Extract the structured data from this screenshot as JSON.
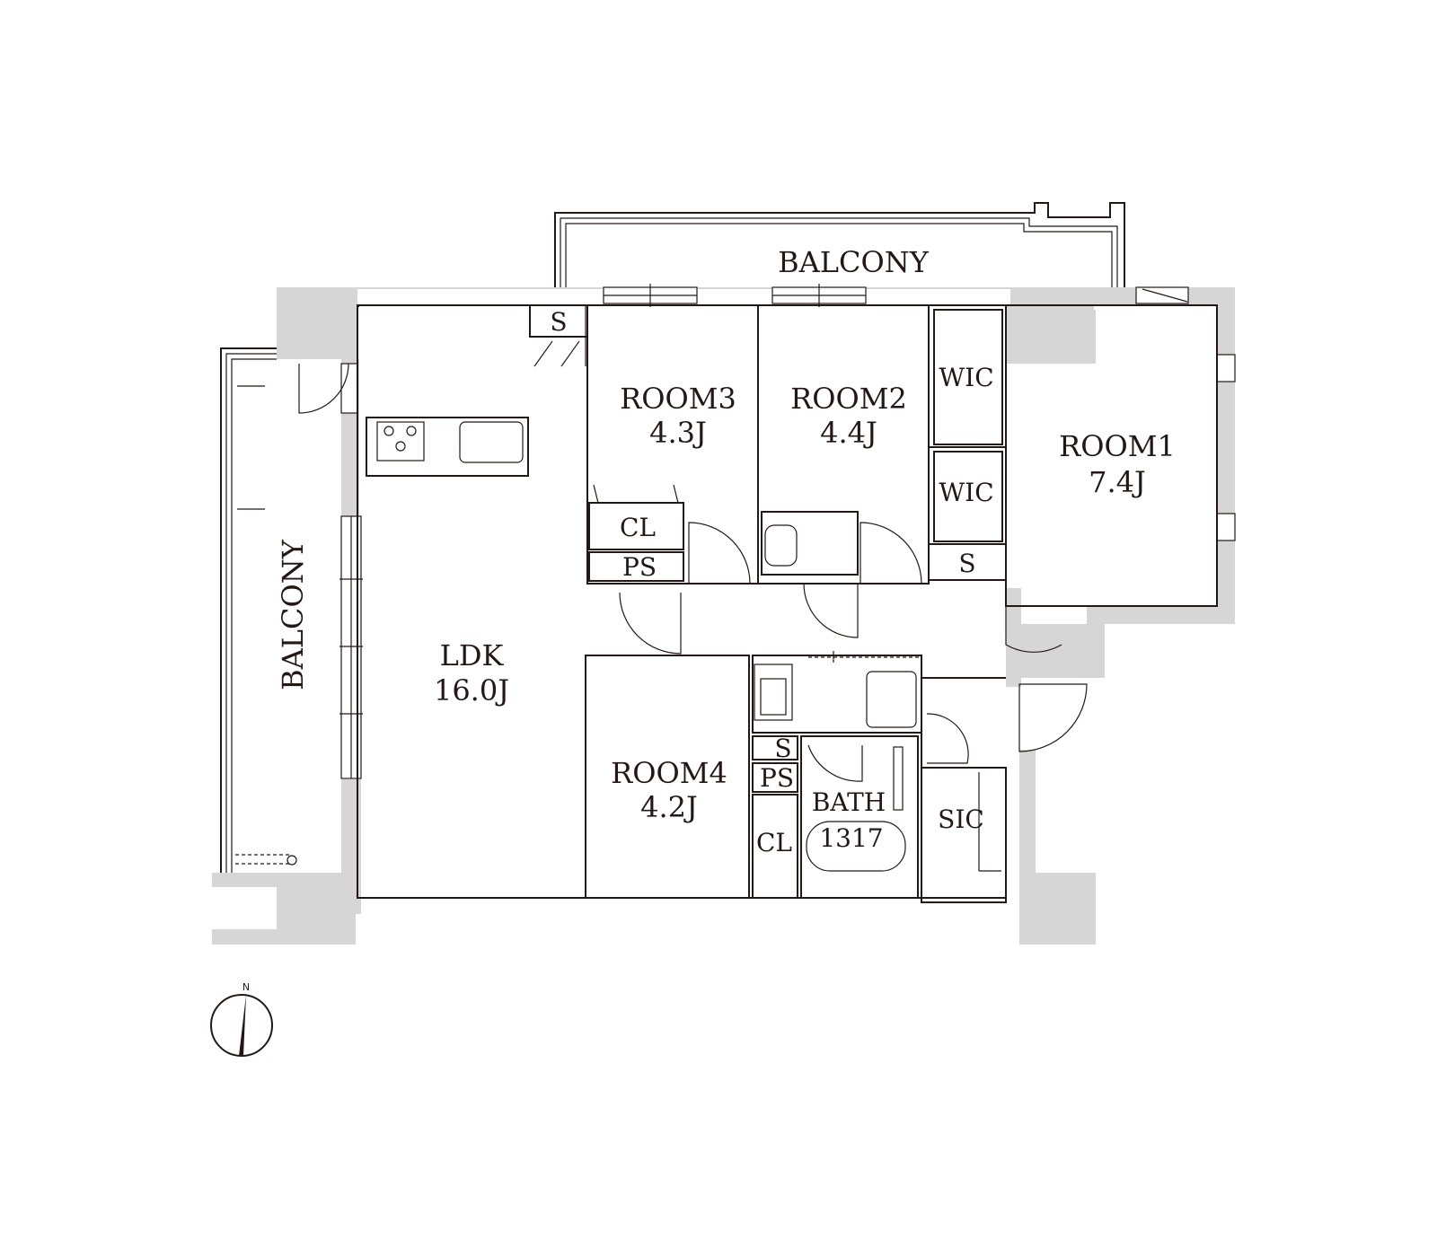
{
  "rooms": {
    "balcony_top": "BALCONY",
    "balcony_left": "BALCONY",
    "ldk_name": "LDK",
    "ldk_size": "16.0J",
    "room1_name": "ROOM1",
    "room1_size": "7.4J",
    "room2_name": "ROOM2",
    "room2_size": "4.4J",
    "room3_name": "ROOM3",
    "room3_size": "4.3J",
    "room4_name": "ROOM4",
    "room4_size": "4.2J",
    "bath_name": "BATH",
    "bath_size": "1317",
    "sic": "SIC",
    "wic_upper": "WIC",
    "wic_lower": "WIC",
    "cl_room3": "CL",
    "ps_room3": "PS",
    "cl_room4": "CL",
    "ps_center": "PS",
    "s_top": "S",
    "s_wic": "S",
    "s_center": "S"
  },
  "compass": {
    "north": "N"
  },
  "colors": {
    "wall": "#d6d6d6",
    "line": "#231815",
    "background": "#ffffff"
  }
}
